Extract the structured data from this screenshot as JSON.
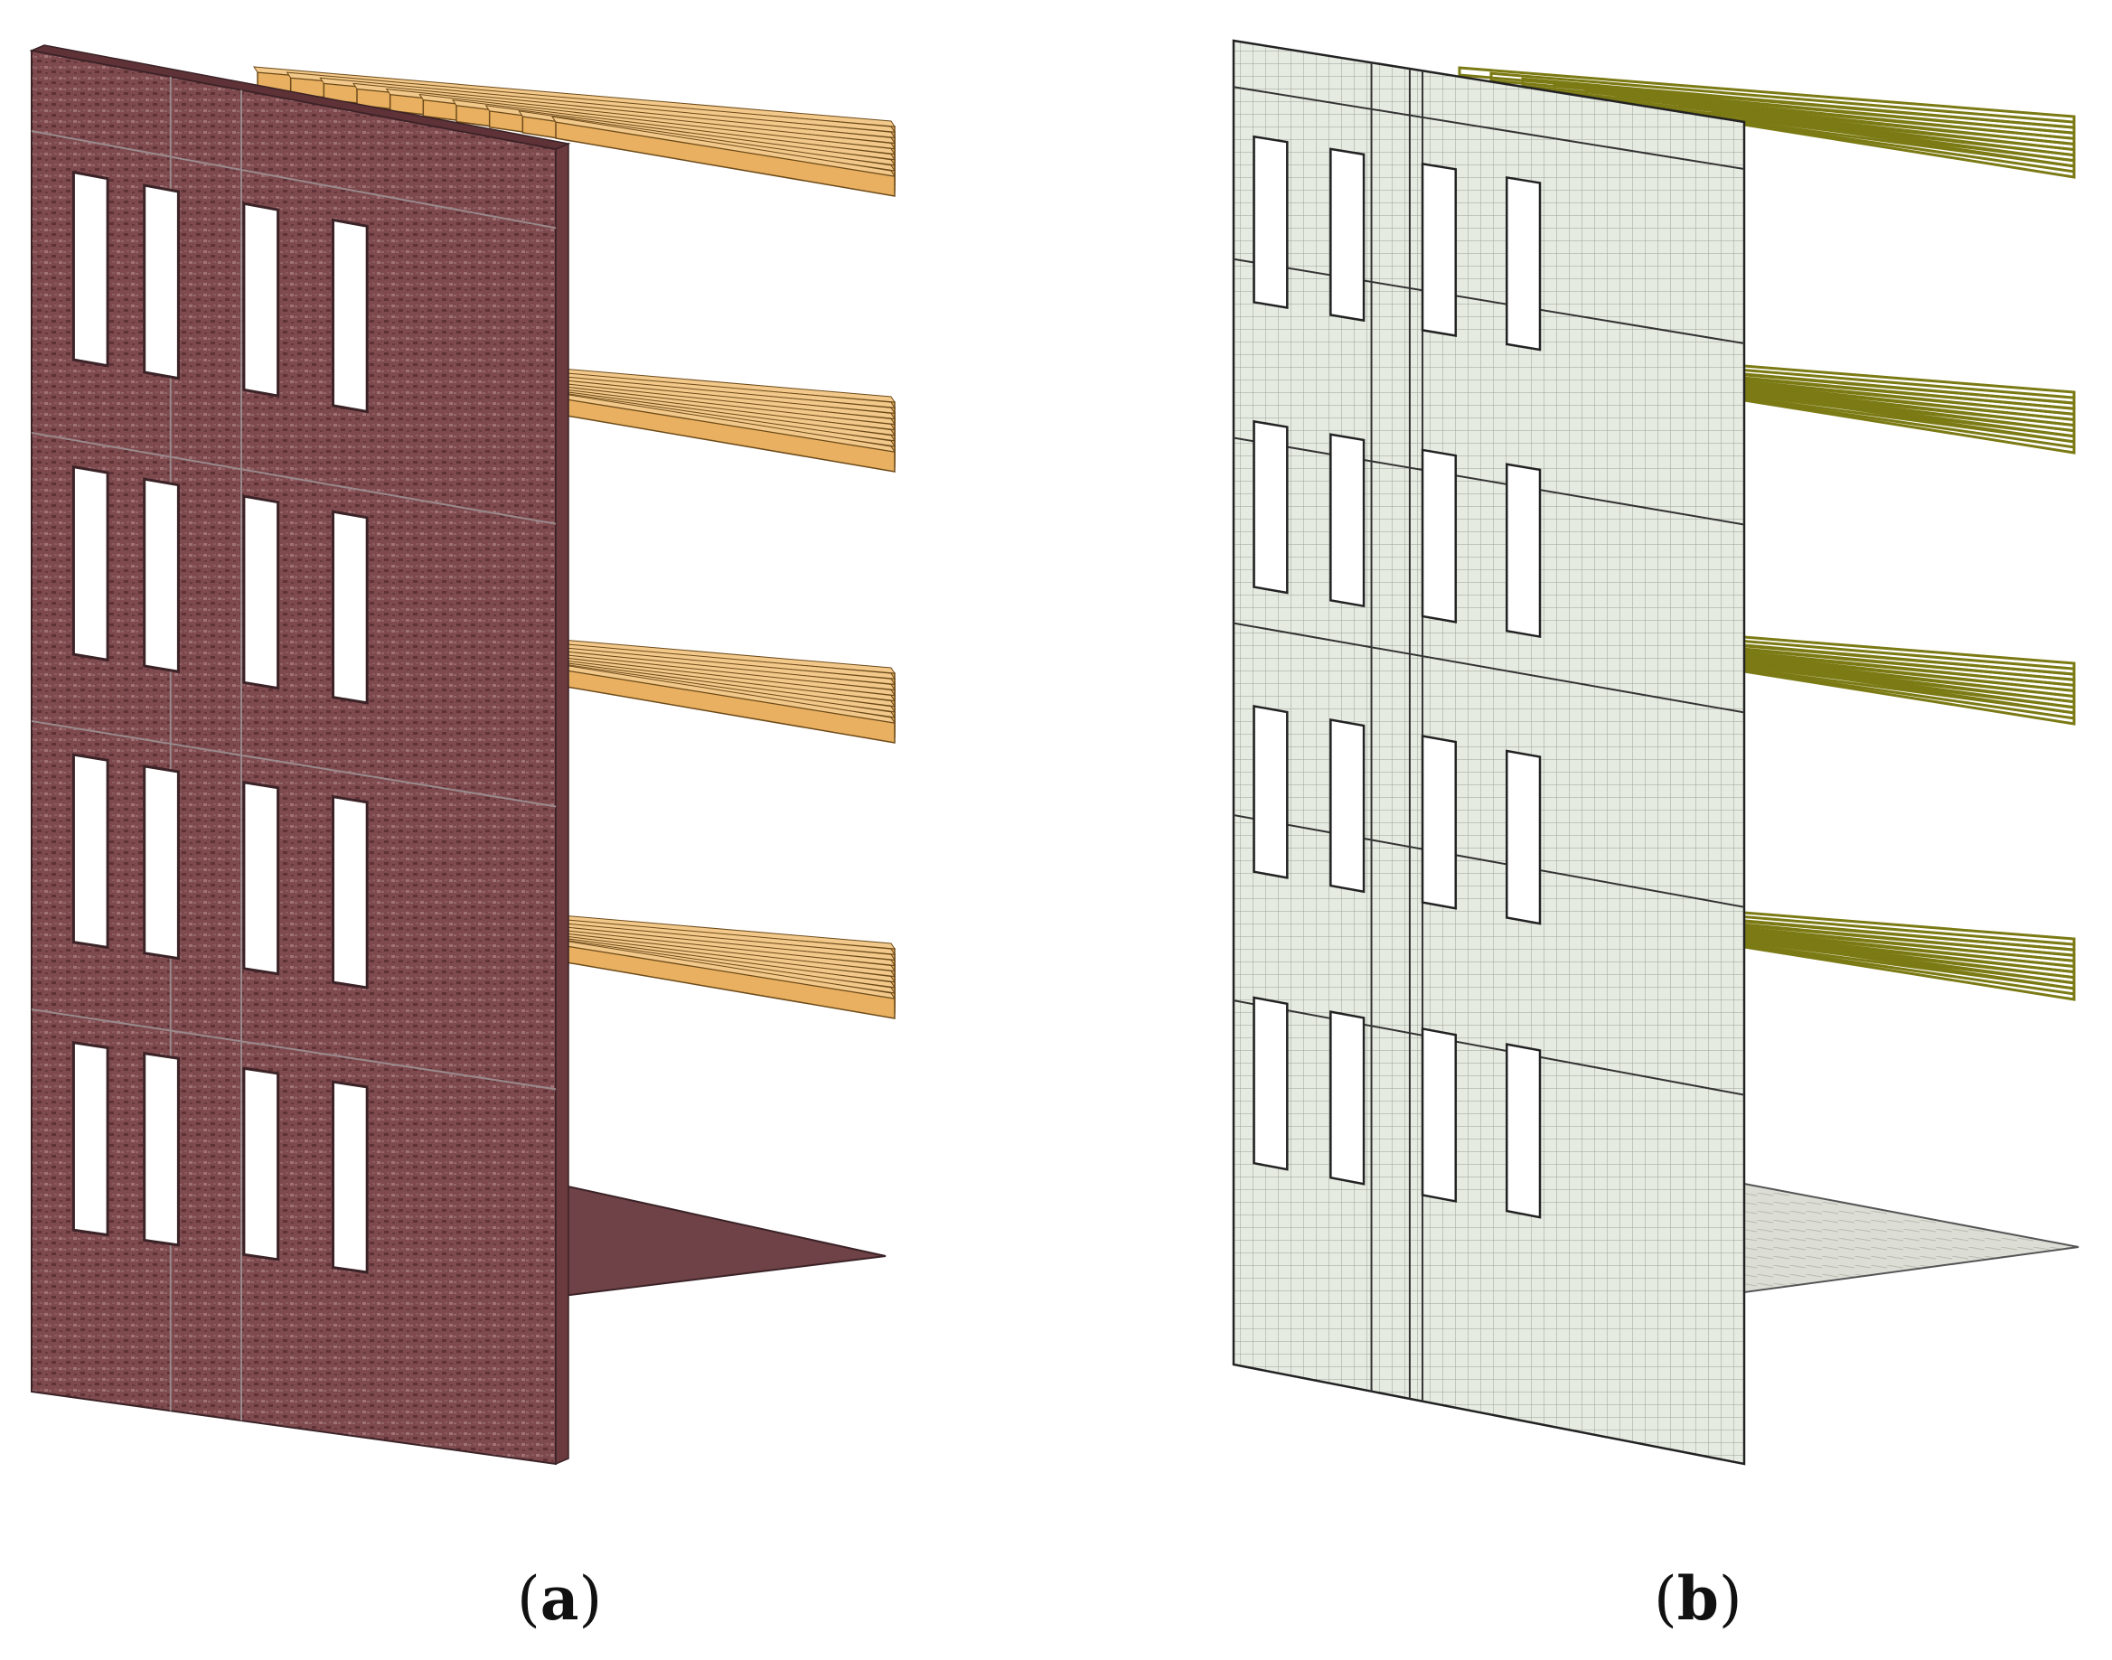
{
  "panels": [
    {
      "id": "a",
      "caption_open": "(",
      "caption_letter": "a",
      "caption_close": ")",
      "style": "solid-masonry",
      "wall_color": "#7e4a4e",
      "wall_speckle": "#a07276",
      "joist_color": "#e8b060",
      "joist_top_color": "#f2c98a",
      "slab_color": "#6e4246"
    },
    {
      "id": "b",
      "caption_open": "(",
      "caption_letter": "b",
      "caption_close": ")",
      "style": "fe-mesh",
      "wall_color": "#e6ebe2",
      "mesh_color": "#9aa296",
      "joist_color": "#7b7a14",
      "slab_color": "#dcded6"
    }
  ],
  "structure": {
    "storeys": 4,
    "windows_per_storey": 4,
    "joists_per_floor": 10
  }
}
